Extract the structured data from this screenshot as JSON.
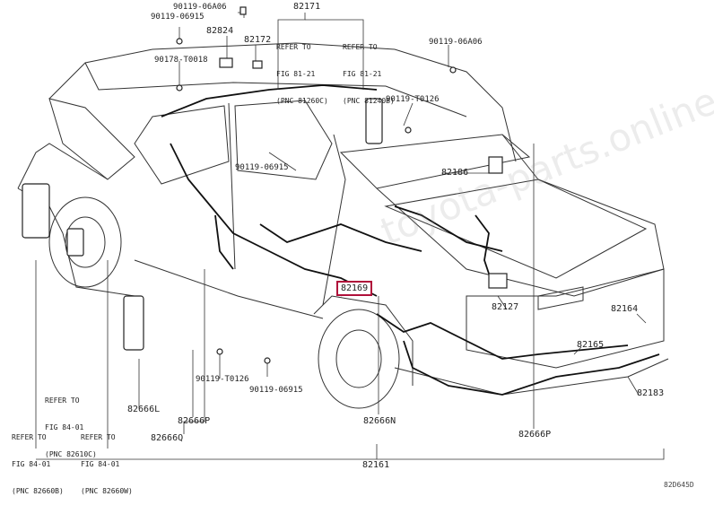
{
  "parts": {
    "p82171": "82171",
    "p90119_06A06_top": "90119-06A06",
    "p90119_06915_top": "90119-06915",
    "p82824": "82824",
    "p82172": "82172",
    "p90178_T0018": "90178-T0018",
    "p90119_06A06_right": "90119-06A06",
    "p90119_T0126_top": "90119-T0126",
    "p90119_06915_mid": "90119-06915",
    "p82186": "82186",
    "p82169": "82169",
    "p82127": "82127",
    "p82164": "82164",
    "p82165": "82165",
    "p82183": "82183",
    "p90119_T0126_bot": "90119-T0126",
    "p90119_06915_bot": "90119-06915",
    "p82666L": "82666L",
    "p82666P": "82666P",
    "p82666Q": "82666Q",
    "p82666N": "82666N",
    "p82666P_right": "82666P",
    "p82161": "82161"
  },
  "refs": {
    "ref_81_21_a": [
      "REFER TO",
      "FIG 81-21",
      "(PNC 81260C)"
    ],
    "ref_81_21_b": [
      "REFER TO",
      "FIG 81-21",
      "(PNC 81240B)"
    ],
    "ref_84_01_a": [
      "REFER TO",
      "FIG 84-01",
      "(PNC 82610C)"
    ],
    "ref_84_01_b": [
      "REFER TO",
      "FIG 84-01",
      "(PNC 82660B)"
    ],
    "ref_84_01_c": [
      "REFER TO",
      "FIG 84-01",
      "(PNC 82660W)"
    ]
  },
  "highlight_color": "#b0103a",
  "diagram_code": "82D645D",
  "watermark": "toyota-parts.online.ru"
}
